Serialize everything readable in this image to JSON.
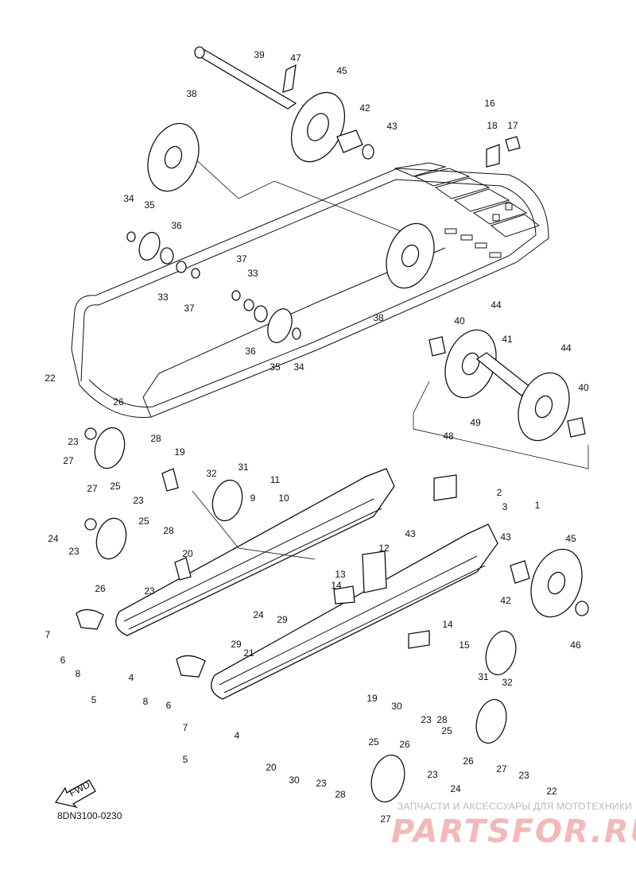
{
  "diagram": {
    "code": "8DN3100-0230",
    "fwd_label": "FWD",
    "watermark_line1": "ЗАПЧАСТИ И АКСЕССУАРЫ ДЛЯ МОТОТЕХНИКИ",
    "watermark_logo": "PARTSFOR.RU",
    "colors": {
      "line": "#111111",
      "watermark_text": "#b9b9b9",
      "watermark_logo": "#f3b8b8"
    },
    "callouts": [
      "39",
      "47",
      "45",
      "38",
      "42",
      "43",
      "16",
      "18",
      "17",
      "34",
      "35",
      "36",
      "33",
      "37",
      "37",
      "33",
      "36",
      "35",
      "34",
      "38",
      "40",
      "44",
      "41",
      "44",
      "40",
      "22",
      "26",
      "23",
      "27",
      "25",
      "28",
      "23",
      "19",
      "32",
      "31",
      "11",
      "9",
      "10",
      "43",
      "48",
      "49",
      "2",
      "3",
      "1",
      "27",
      "24",
      "23",
      "25",
      "28",
      "26",
      "20",
      "23",
      "43",
      "45",
      "42",
      "46",
      "12",
      "13",
      "14",
      "24",
      "29",
      "7",
      "6",
      "8",
      "5",
      "4",
      "29",
      "21",
      "14",
      "15",
      "31",
      "32",
      "19",
      "30",
      "23",
      "28",
      "25",
      "8",
      "6",
      "7",
      "5",
      "4",
      "20",
      "30",
      "23",
      "28",
      "25",
      "26",
      "26",
      "27",
      "23",
      "22",
      "24",
      "23",
      "27"
    ]
  }
}
